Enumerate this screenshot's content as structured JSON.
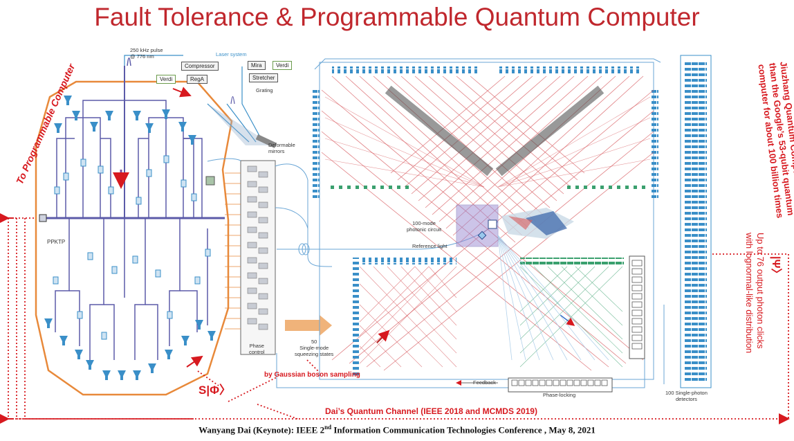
{
  "title": "Fault Tolerance & Programmable Quantum Computer",
  "left_vertical_label": "To Programmable Computer",
  "right_vertical_label_lines": [
    "Jiuzhang Quantum Computer is faster",
    "than the Google’s 53-qubit quantum",
    "computer for about 100 billion times"
  ],
  "right_middle_label_lines": [
    "Up to 76 output photon clicks",
    "with lognormal-like distribution"
  ],
  "psi_label": "|Ψ〉",
  "s_phi_label": "S|Φ〉",
  "gaussian_label": "by Gaussian boson sampling",
  "channel_label": "Dai’s Quantum Channel (IEEE 2018 and MCMDS 2019)",
  "footer": {
    "prefix": "Wanyang Dai (Keynote):  IEEE 2",
    "sup": "nd",
    "suffix": " Information Communication Technologies Conference , May 8, 2021"
  },
  "laser": {
    "pulse_line1": "250 kHz pulse",
    "pulse_line2": "@ 776 nm",
    "laser_system": "Laser system",
    "compressor": "Compressor",
    "verdi_left": "Verdi",
    "rega": "RegA",
    "mira": "Mira",
    "verdi_right": "Verdi",
    "stretcher": "Stretcher",
    "grating": "Grating",
    "deformable_line1": "Deformable",
    "deformable_line2": "mirrors"
  },
  "ppktp": "PPKTP",
  "phase_control_line1": "Phase",
  "phase_control_line2": "control",
  "squeezing_lines": [
    "50",
    "Single-mode",
    "squeezing states"
  ],
  "photonic_circuit_line1": "100-mode",
  "photonic_circuit_line2": "photonic circuit",
  "reference_light": "Reference light",
  "feedback": "Feedback",
  "phase_locking": "Phase-locking",
  "detectors_line1": "100 Single-photon",
  "detectors_line2": "detectors",
  "colors": {
    "title_red": "#c0272d",
    "annotation_red": "#d7191f",
    "circuit_blue": "#3a8fc8",
    "circuit_red": "#c9393d",
    "circuit_green": "#3aa06e",
    "source_purple": "#5b5aa8",
    "pump_orange": "#e8893a"
  }
}
